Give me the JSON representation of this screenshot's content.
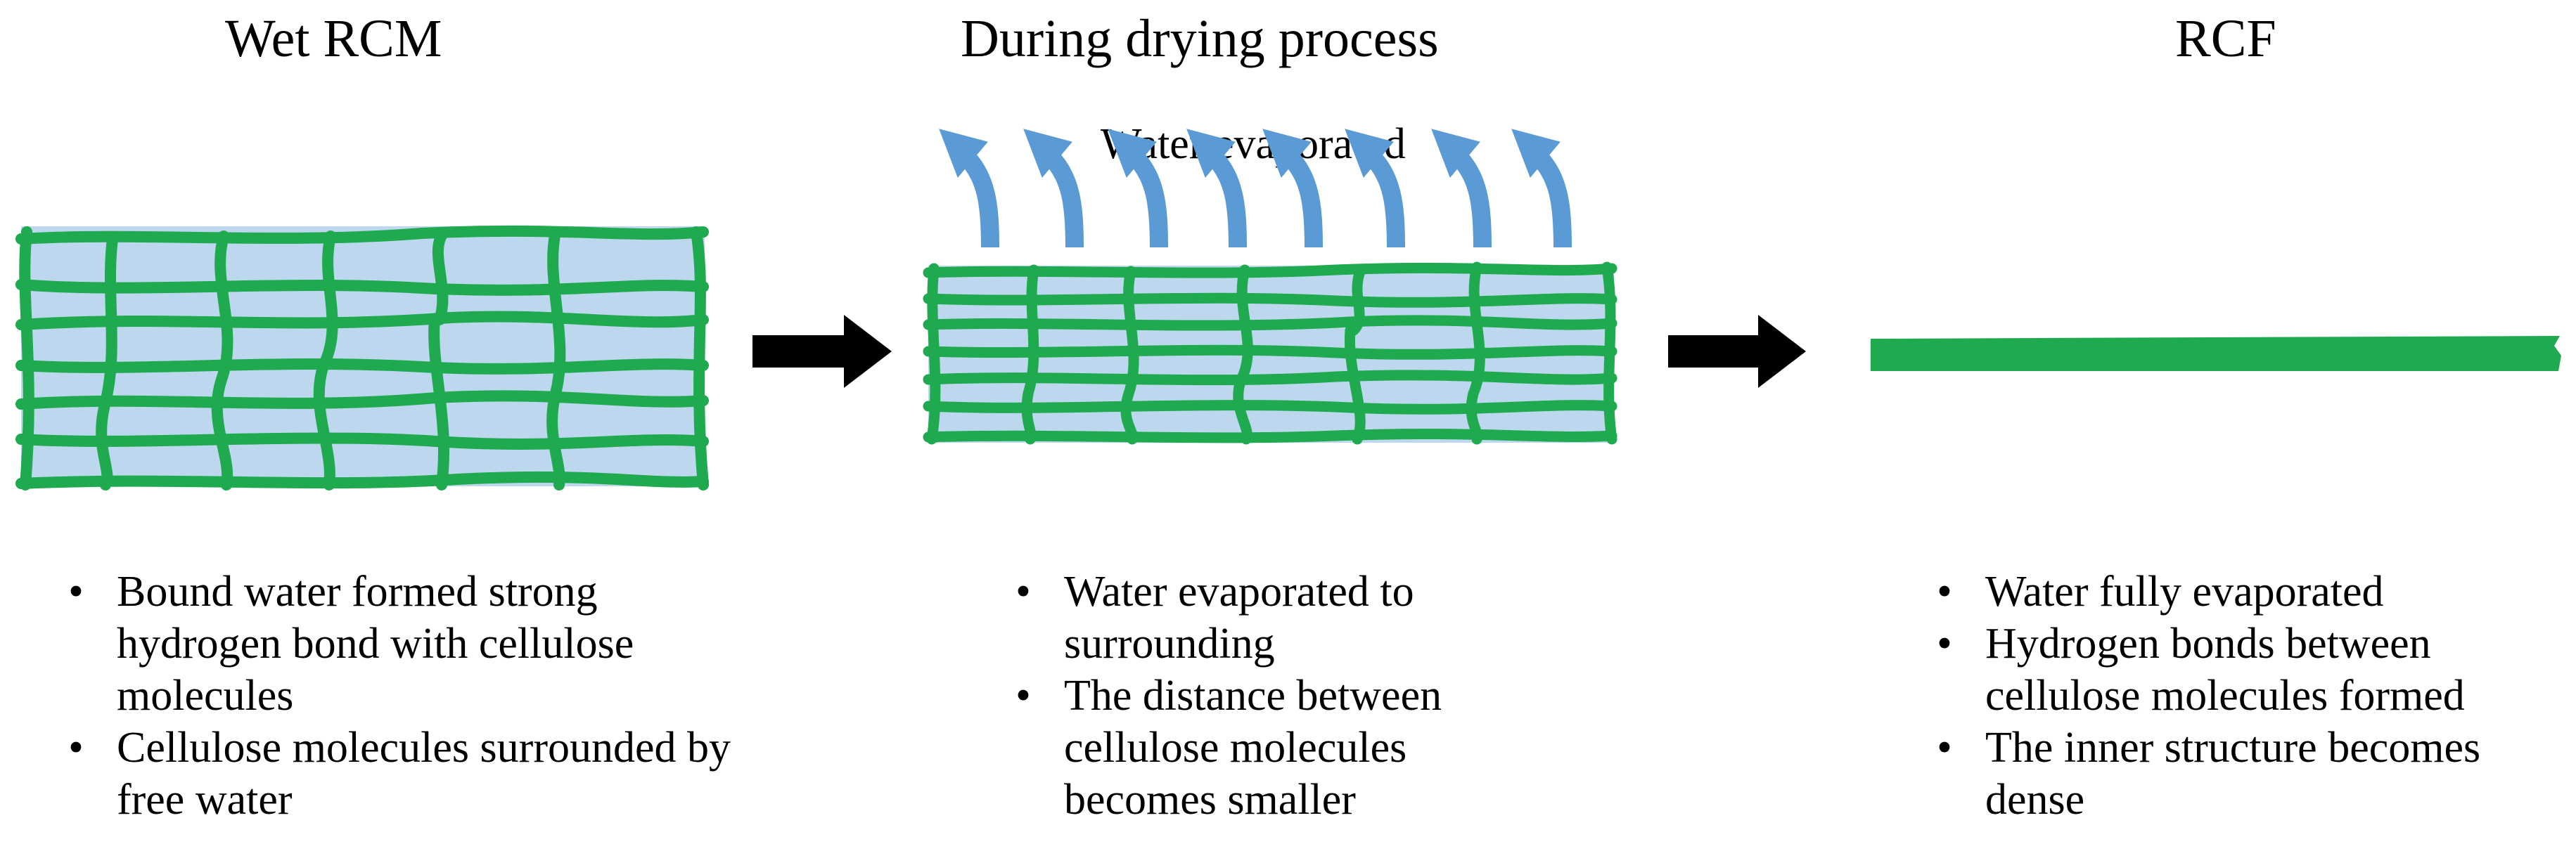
{
  "panels": [
    {
      "heading": "Wet RCM",
      "bullets": [
        "Bound water formed strong hydrogen bond with cellulose molecules",
        "Cellulose molecules surrounded by free water"
      ]
    },
    {
      "heading": "During drying process",
      "annotation": "Water evaporated",
      "bullets": [
        "Water evaporated to surrounding",
        "The distance between cellulose molecules becomes smaller"
      ]
    },
    {
      "heading": "RCF",
      "bullets": [
        "Water fully evaporated",
        "Hydrogen bonds between cellulose molecules formed",
        "The inner structure becomes dense"
      ]
    }
  ],
  "bullet_glyph": "•",
  "colors": {
    "water": "#bdd7ee",
    "cellulose": "#1faa4f",
    "evaporation_arrow": "#5b9bd5",
    "process_arrow": "#000000"
  }
}
